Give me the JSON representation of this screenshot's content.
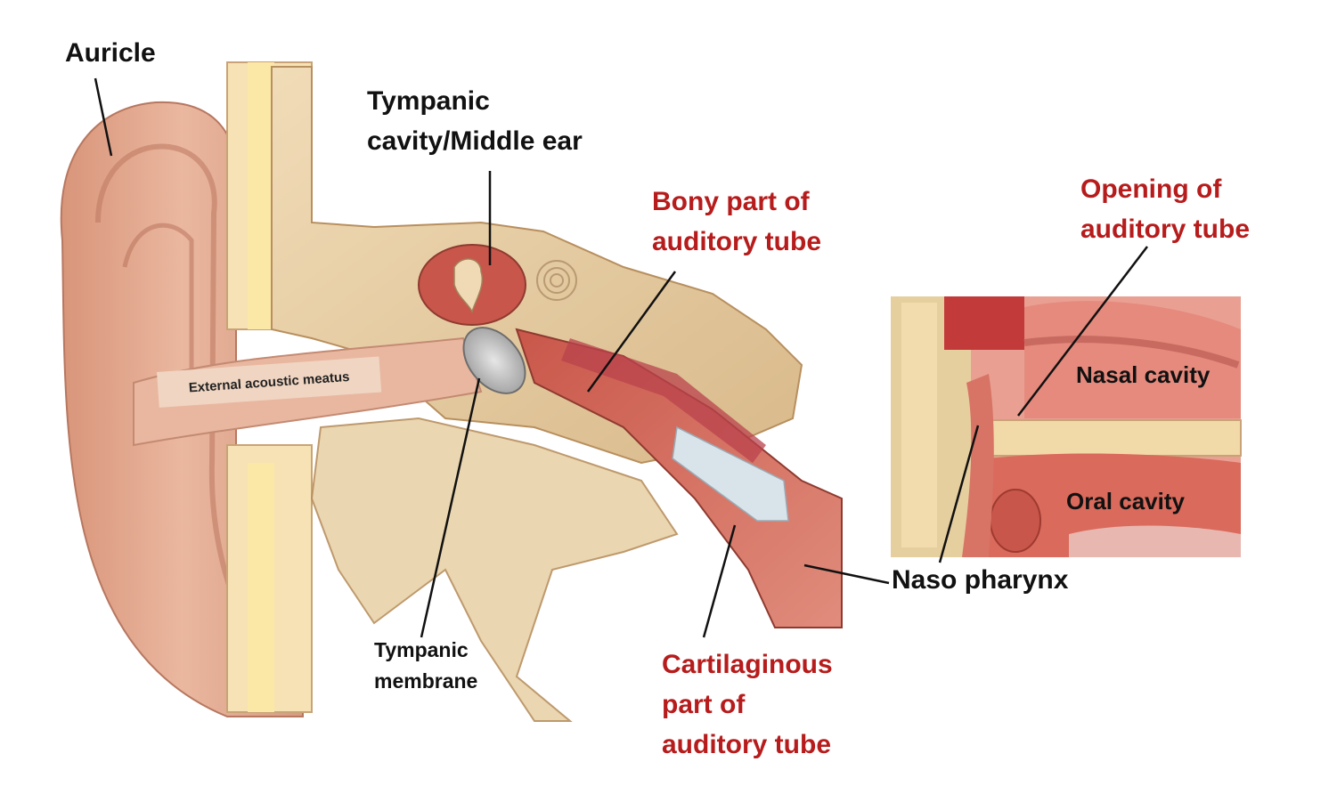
{
  "labels": {
    "auricle": "Auricle",
    "tympanic_cavity_line1": "Tympanic",
    "tympanic_cavity_line2": "cavity/Middle ear",
    "bony_part_line1": "Bony part of",
    "bony_part_line2": "auditory tube",
    "opening_line1": "Opening of",
    "opening_line2": "auditory tube",
    "nasal_cavity": "Nasal cavity",
    "oral_cavity": "Oral cavity",
    "external_acoustic_meatus": "External acoustic meatus",
    "tympanic_membrane_line1": "Tympanic",
    "tympanic_membrane_line2": "membrane",
    "naso_pharynx": "Naso pharynx",
    "cartilaginous_line1": "Cartilaginous",
    "cartilaginous_line2": "part of",
    "cartilaginous_line3": "auditory tube"
  },
  "colors": {
    "label_black": "#111111",
    "label_red": "#b71c1c",
    "skin": "#e2a78c",
    "bone": "#e9cfa6",
    "cartilage": "#fbe4a0",
    "mucosa": "#d96a5c"
  }
}
